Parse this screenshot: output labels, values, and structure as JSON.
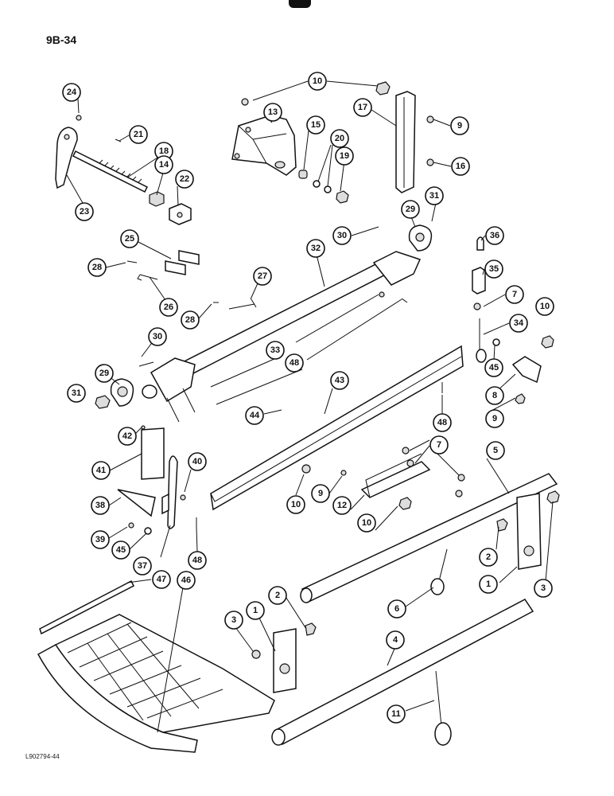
{
  "page_label": "9B-34",
  "doc_id": "L902794-44",
  "callouts": [
    "10",
    "24",
    "13",
    "15",
    "17",
    "9",
    "21",
    "20",
    "19",
    "18",
    "14",
    "16",
    "22",
    "23",
    "31",
    "29",
    "30",
    "36",
    "25",
    "32",
    "28",
    "35",
    "27",
    "7",
    "26",
    "28",
    "10",
    "34",
    "30",
    "33",
    "48",
    "45",
    "29",
    "31",
    "43",
    "8",
    "44",
    "9",
    "48",
    "42",
    "7",
    "5",
    "41",
    "40",
    "10",
    "9",
    "38",
    "12",
    "10",
    "2",
    "39",
    "45",
    "37",
    "48",
    "1",
    "3",
    "47",
    "46",
    "2",
    "6",
    "1",
    "3",
    "4",
    "11"
  ],
  "arrows": [
    "→",
    "→",
    "→",
    "→",
    "→",
    "→"
  ]
}
